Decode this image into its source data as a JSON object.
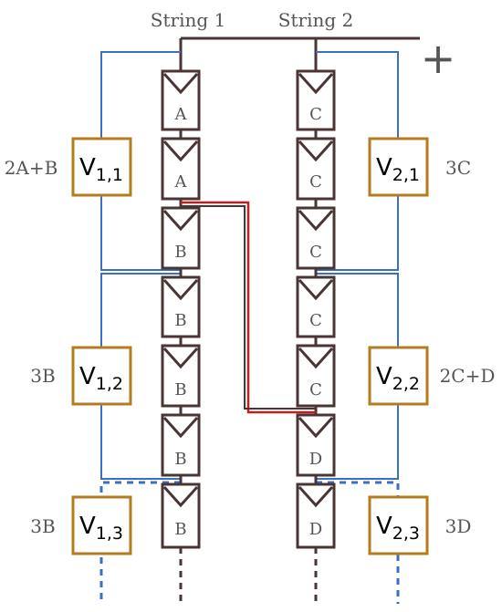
{
  "strings": {
    "string1_label": "String 1",
    "string2_label": "String 2"
  },
  "terminal_symbol": "+",
  "string1_modules": [
    "A",
    "A",
    "B",
    "B",
    "B",
    "B",
    "B"
  ],
  "string2_modules": [
    "C",
    "C",
    "C",
    "C",
    "C",
    "D",
    "D"
  ],
  "voltmeters": {
    "v11": {
      "symbol": "V",
      "sub": "1,1",
      "label": "2A+B"
    },
    "v12": {
      "symbol": "V",
      "sub": "1,2",
      "label": "3B"
    },
    "v13": {
      "symbol": "V",
      "sub": "1,3",
      "label": "3B"
    },
    "v21": {
      "symbol": "V",
      "sub": "2,1",
      "label": "3C"
    },
    "v22": {
      "symbol": "V",
      "sub": "2,2",
      "label": "2C+D"
    },
    "v23": {
      "symbol": "V",
      "sub": "2,3",
      "label": "3D"
    }
  },
  "colors": {
    "module_stroke": "#4a3535",
    "wire_blue": "#3a6fc4",
    "wire_red": "#c41d1d",
    "meter_stroke": "#b57b1f",
    "text": "#555555"
  }
}
